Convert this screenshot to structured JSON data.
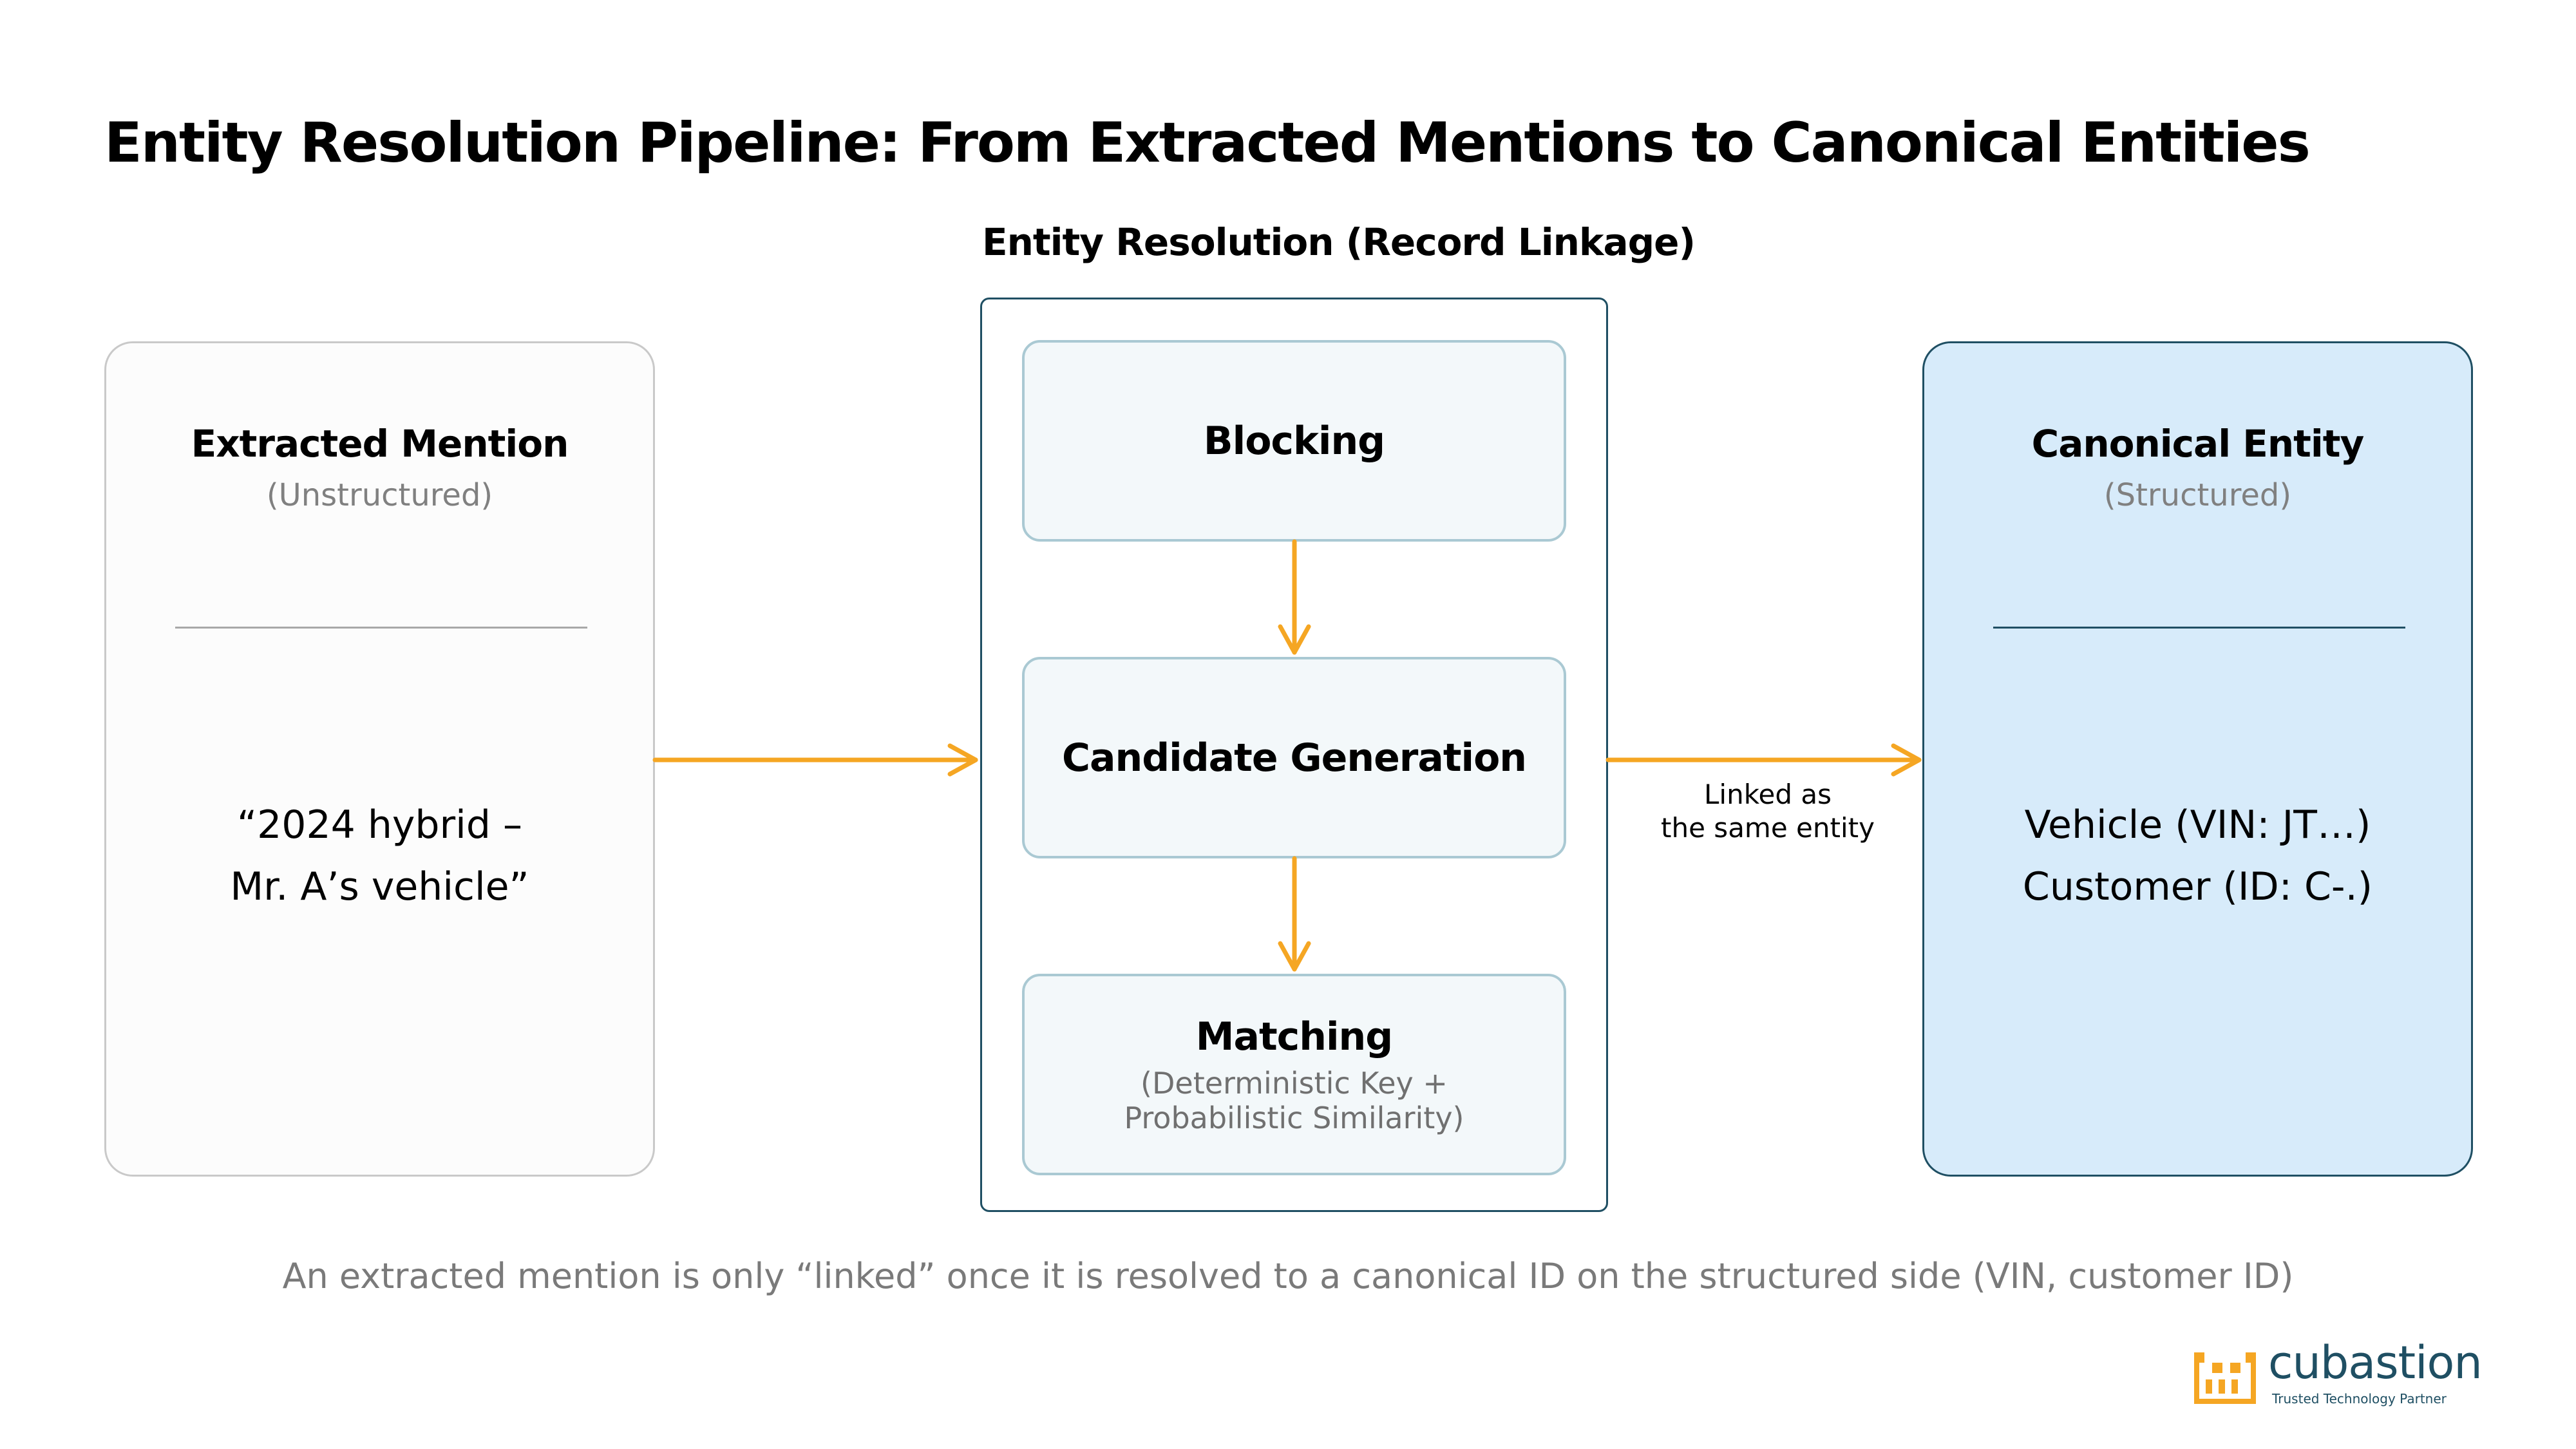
{
  "title": "Entity Resolution Pipeline: From Extracted Mentions to Canonical Entities",
  "section_title": "Entity Resolution (Record Linkage)",
  "left_panel": {
    "heading": "Extracted Mention",
    "subheading": "(Unstructured)",
    "body": [
      "“2024 hybrid –",
      "Mr. A’s vehicle”"
    ]
  },
  "steps": [
    {
      "heading": "Blocking"
    },
    {
      "heading": "Candidate Generation"
    },
    {
      "heading": "Matching",
      "subheading": [
        "(Deterministic Key +",
        "Probabilistic Similarity)"
      ]
    }
  ],
  "link_label": [
    "Linked as",
    "the same entity"
  ],
  "right_panel": {
    "heading": "Canonical Entity",
    "subheading": "(Structured)",
    "body": [
      "Vehicle (VIN: JT…)",
      "Customer (ID: C-.)"
    ]
  },
  "caption": "An extracted mention is only “linked” once it is resolved to a canonical ID on the structured side (VIN, customer ID)",
  "logo": {
    "name": "cubastion",
    "tagline": "Trusted Technology Partner",
    "icon": "cubastion-logo-icon"
  },
  "colors": {
    "arrow": "#f5a623",
    "structured_fill": "#d7ebfa",
    "dark_teal": "#1f4f63",
    "step_fill": "#f3f8fa",
    "step_border": "#aac9d3"
  }
}
